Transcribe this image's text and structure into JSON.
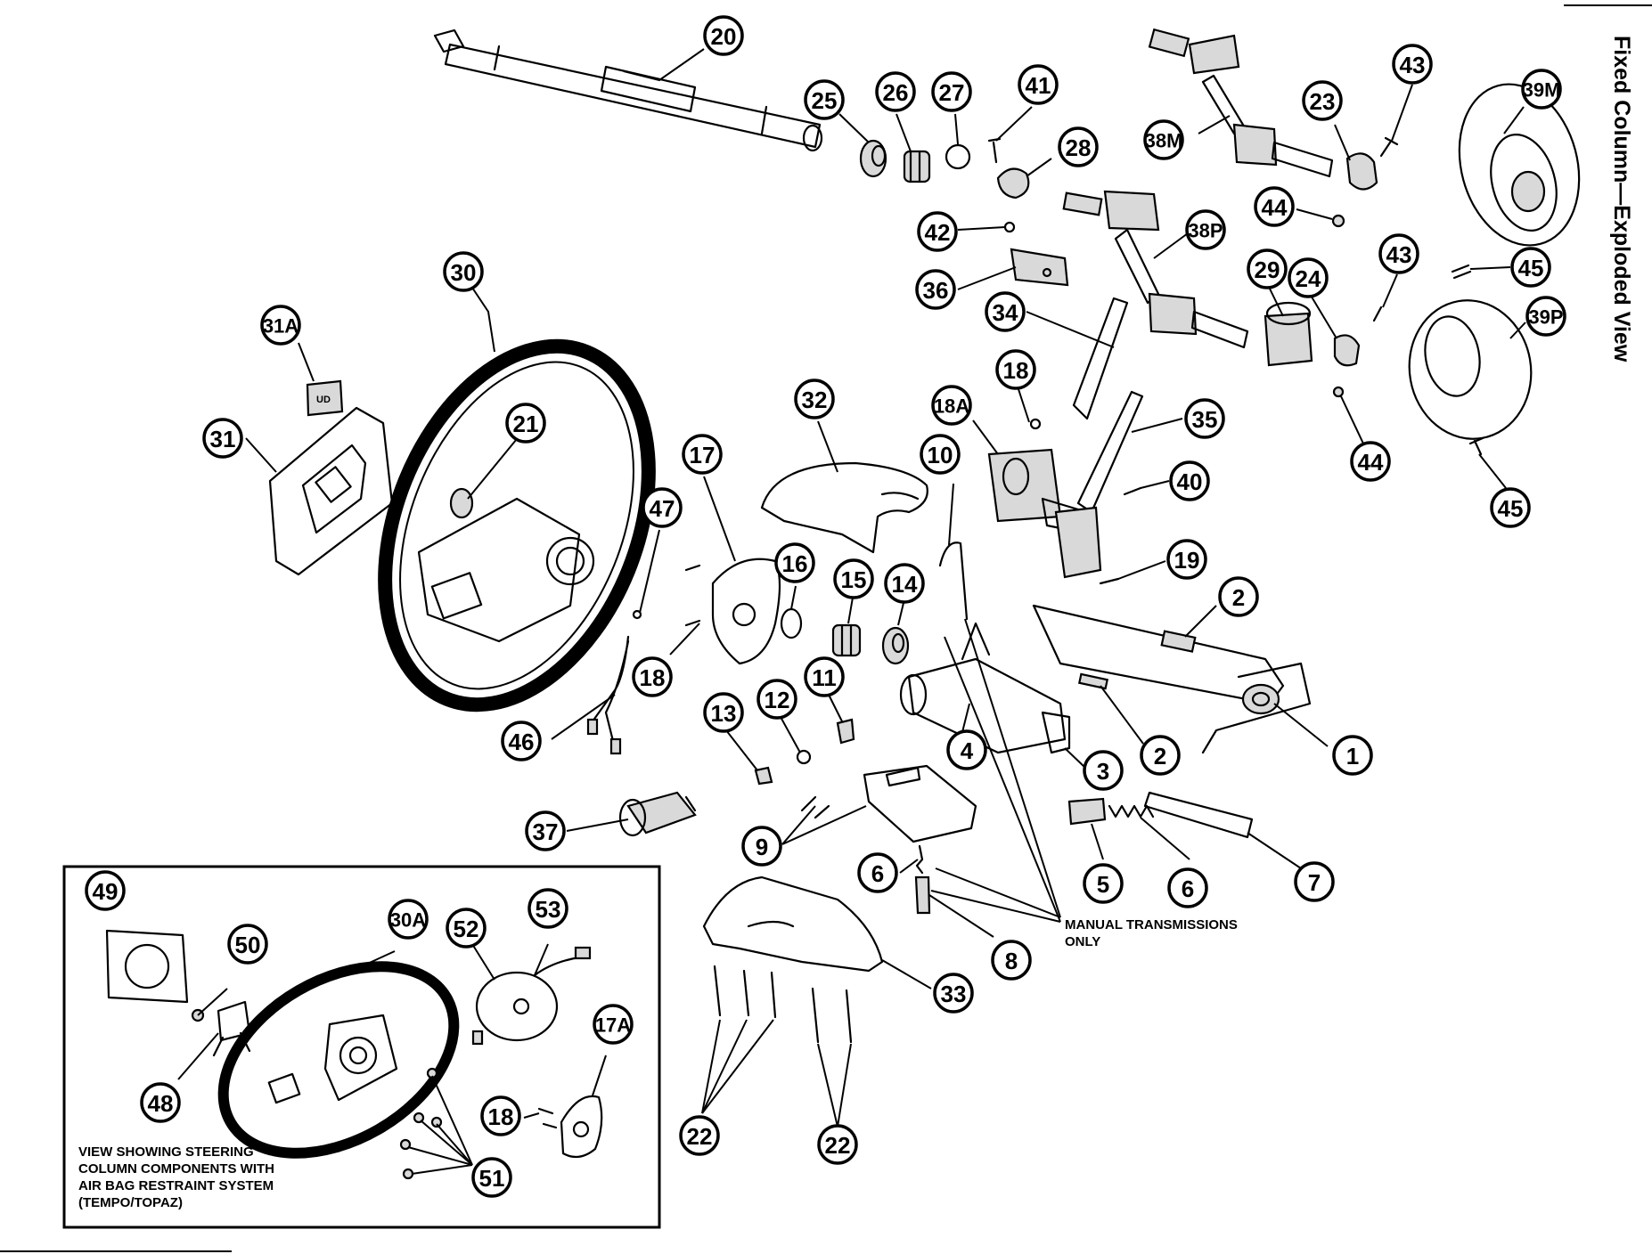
{
  "side_title": "Fixed Column—Exploded View",
  "notes": {
    "manual_line1": "MANUAL TRANSMISSIONS",
    "manual_line2": "ONLY",
    "inset_line1": "VIEW SHOWING STEERING",
    "inset_line2": "COLUMN COMPONENTS WITH",
    "inset_line3": "AIR BAG RESTRAINT SYSTEM",
    "inset_line4": "(TEMPO/TOPAZ)"
  },
  "callouts": [
    "20",
    "25",
    "26",
    "27",
    "41",
    "28",
    "38M",
    "23",
    "43",
    "39M",
    "44",
    "42",
    "36",
    "38P",
    "29",
    "24",
    "43b",
    "45",
    "39P",
    "30",
    "31A",
    "31",
    "21",
    "34",
    "18",
    "18A",
    "35",
    "44b",
    "45b",
    "32",
    "17",
    "10",
    "47",
    "16",
    "15",
    "14",
    "40",
    "19",
    "2",
    "18b",
    "2b",
    "1",
    "46",
    "13",
    "12",
    "11",
    "4",
    "3",
    "37",
    "9",
    "6",
    "5",
    "6b",
    "7",
    "8",
    "33",
    "22",
    "22b",
    "49",
    "50",
    "30A",
    "52",
    "53",
    "17A",
    "48",
    "18c",
    "51"
  ],
  "callout_labels": {
    "20": "20",
    "25": "25",
    "26": "26",
    "27": "27",
    "41": "41",
    "28": "28",
    "38M": "38M",
    "23": "23",
    "43": "43",
    "39M": "39M",
    "44": "44",
    "42": "42",
    "36": "36",
    "38P": "38P",
    "29": "29",
    "24": "24",
    "43b": "43",
    "45": "45",
    "39P": "39P",
    "30": "30",
    "31A": "31A",
    "31": "31",
    "21": "21",
    "34": "34",
    "18": "18",
    "18A": "18A",
    "35": "35",
    "44b": "44",
    "45b": "45",
    "32": "32",
    "17": "17",
    "10": "10",
    "47": "47",
    "16": "16",
    "15": "15",
    "14": "14",
    "40": "40",
    "19": "19",
    "2": "2",
    "18b": "18",
    "2b": "2",
    "1": "1",
    "46": "46",
    "13": "13",
    "12": "12",
    "11": "11",
    "4": "4",
    "3": "3",
    "37": "37",
    "9": "9",
    "6": "6",
    "5": "5",
    "6b": "6",
    "7": "7",
    "8": "8",
    "33": "33",
    "22": "22",
    "22b": "22",
    "49": "49",
    "50": "50",
    "30A": "30A",
    "52": "52",
    "53": "53",
    "17A": "17A",
    "48": "48",
    "18c": "18",
    "51": "51"
  }
}
